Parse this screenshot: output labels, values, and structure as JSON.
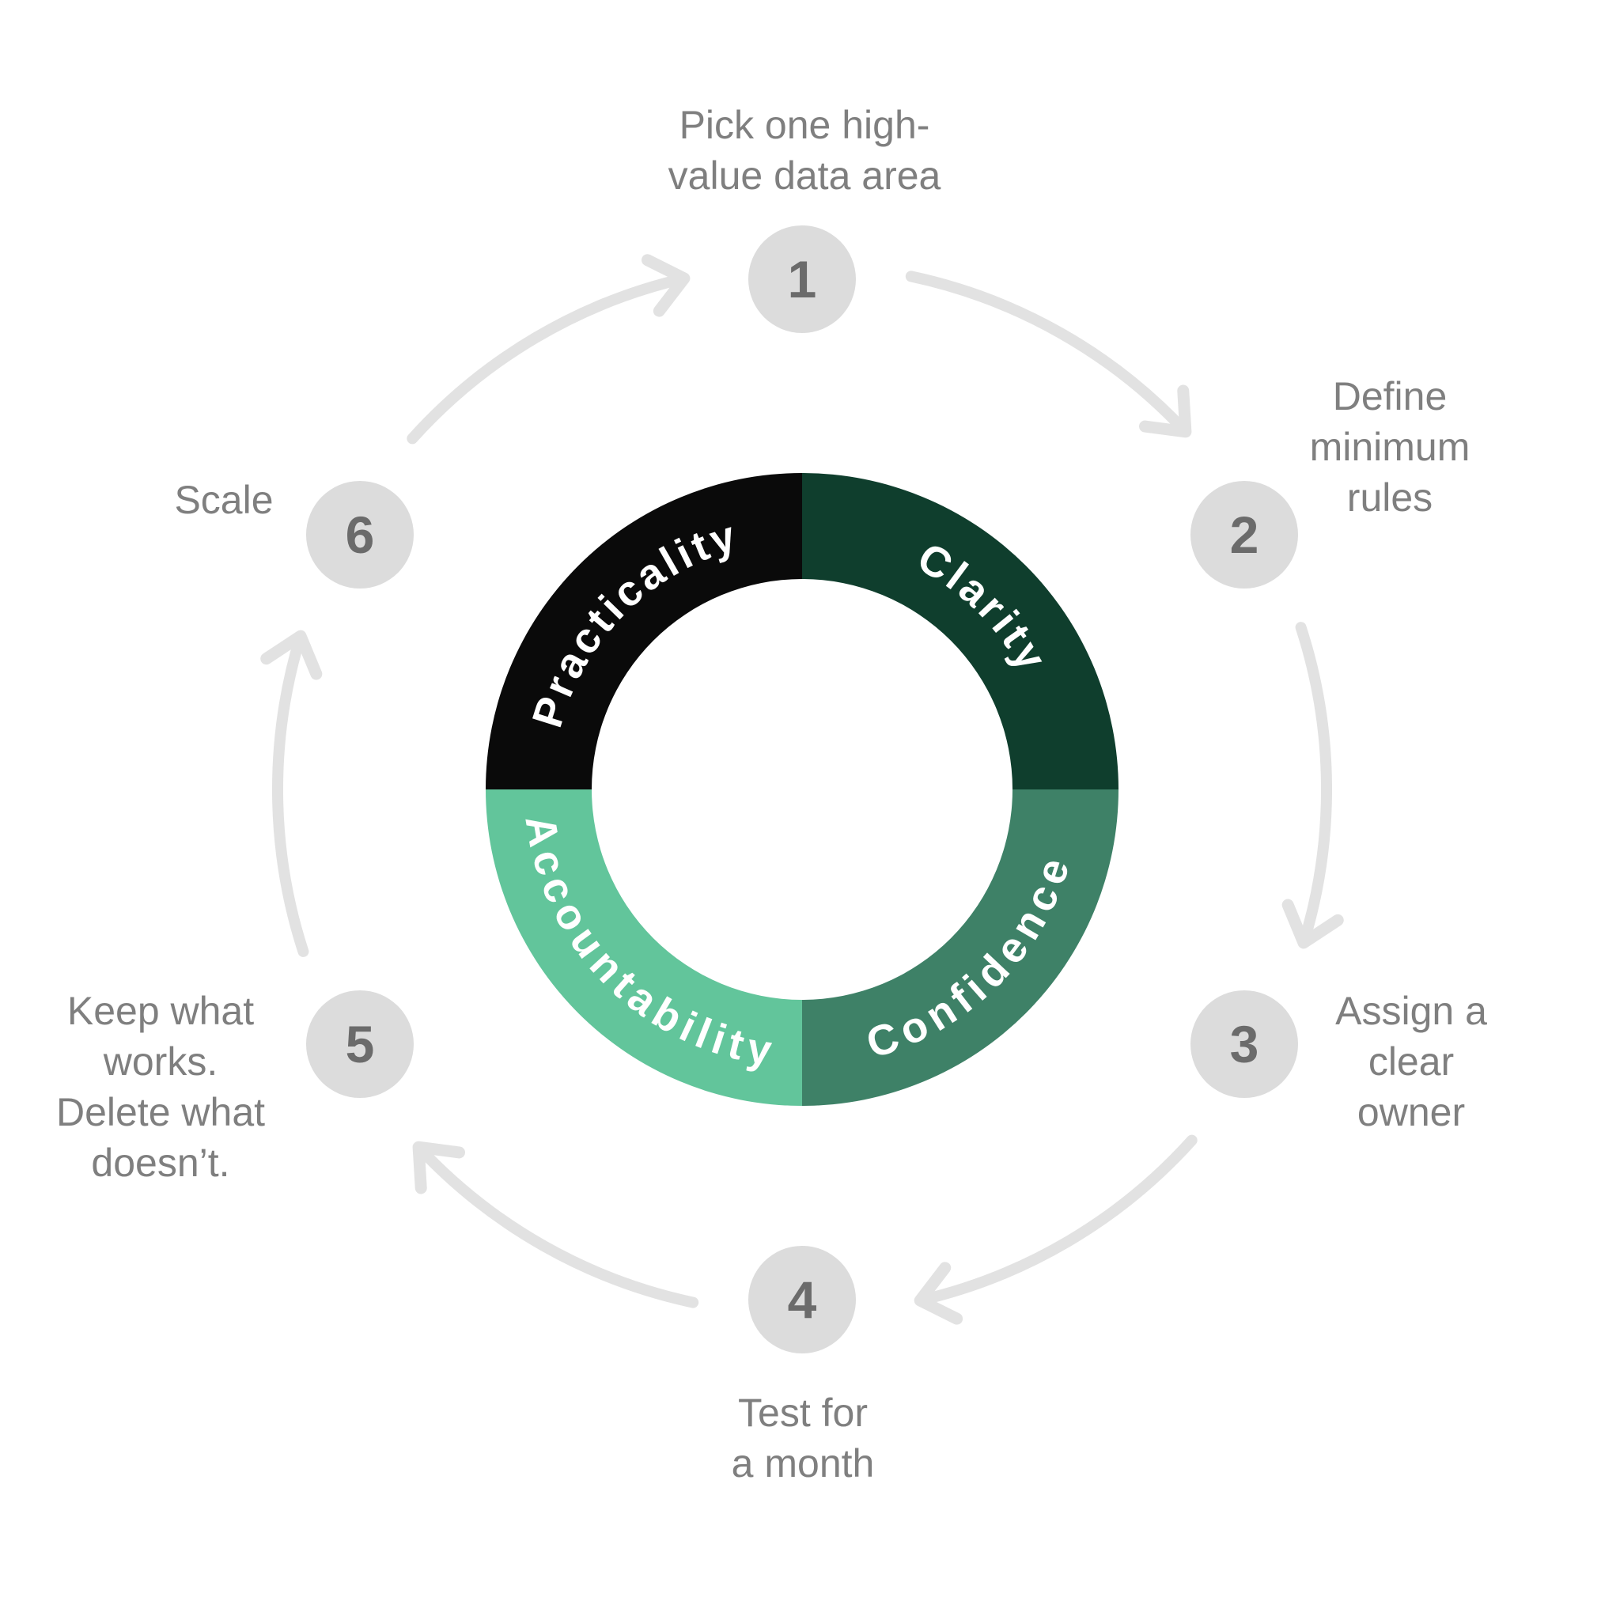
{
  "diagram": {
    "type": "cycle",
    "background": "#ffffff",
    "ring": {
      "label_color": "#ffffff",
      "segments": [
        {
          "label": "Practicality",
          "color": "#0a0a0a"
        },
        {
          "label": "Clarity",
          "color": "#0f3e2d"
        },
        {
          "label": "Confidence",
          "color": "#3e8167"
        },
        {
          "label": "Accountability",
          "color": "#62c59b"
        }
      ]
    },
    "steps": [
      {
        "number": "1",
        "label": "Pick one high-\nvalue data area"
      },
      {
        "number": "2",
        "label": "Define\nminimum\nrules"
      },
      {
        "number": "3",
        "label": "Assign a\nclear\nowner"
      },
      {
        "number": "4",
        "label": "Test for\na month"
      },
      {
        "number": "5",
        "label": "Keep what\nworks.\nDelete what\ndoesn’t."
      },
      {
        "number": "6",
        "label": "Scale"
      }
    ],
    "colors": {
      "arrow": "#e2e2e2",
      "step_circle": "#dcdcdc",
      "step_number": "#6b6b6b",
      "step_label": "#7f7f7f"
    }
  }
}
